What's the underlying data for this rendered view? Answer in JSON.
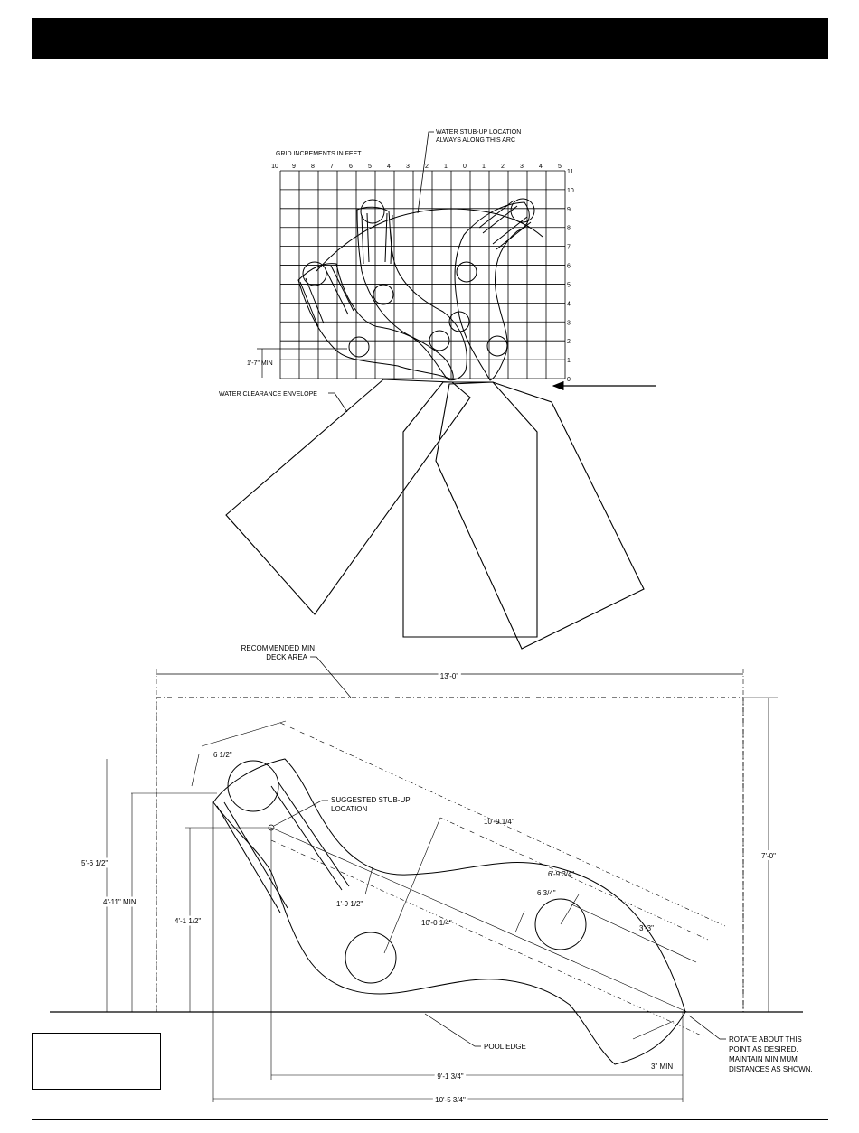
{
  "top_diagram": {
    "grid_title": "GRID INCREMENTS IN FEET",
    "x_ticks": [
      "10",
      "9",
      "8",
      "7",
      "6",
      "5",
      "4",
      "3",
      "2",
      "1",
      "0",
      "1",
      "2",
      "3",
      "4",
      "5"
    ],
    "y_ticks": [
      "0",
      "1",
      "2",
      "3",
      "4",
      "5",
      "6",
      "7",
      "8",
      "9",
      "10",
      "11"
    ],
    "stubup_note_line1": "WATER STUB-UP LOCATION",
    "stubup_note_line2": "ALWAYS ALONG THIS ARC",
    "min_dim_label": "1'-7\" MIN",
    "clearance_label": "WATER CLEARANCE ENVELOPE"
  },
  "bottom_diagram": {
    "deck_note_line1": "RECOMMENDED MIN",
    "deck_note_line2": "DECK AREA",
    "dim_width": "13'-0\"",
    "dim_height": "7'-0\"",
    "dim_6_half": "6 1/2\"",
    "stub_note_line1": "SUGGESTED STUB-UP",
    "stub_note_line2": "LOCATION",
    "dim_10_9_quarter": "10'-9 1/4\"",
    "dim_6_9_3q": "6'-9 3/4\"",
    "dim_6_3q": "6 3/4\"",
    "dim_3_3": "3'-3\"",
    "dim_1_9_half": "1'-9 1/2\"",
    "dim_10_0_quarter": "10'-0 1/4\"",
    "dim_5_6_half": "5'-6 1/2\"",
    "dim_4_11_min": "4'-11\" MIN",
    "dim_4_1_half": "4'-1 1/2\"",
    "pool_edge": "POOL EDGE",
    "dim_3_min": "3\" MIN",
    "dim_9_1_3q": "9'-1 3/4\"",
    "dim_10_5_3q": "10'-5 3/4\"",
    "rotate_line1": "ROTATE ABOUT THIS",
    "rotate_line2": "POINT AS DESIRED.",
    "rotate_line3": "MAINTAIN MINIMUM",
    "rotate_line4": "DISTANCES AS SHOWN."
  }
}
